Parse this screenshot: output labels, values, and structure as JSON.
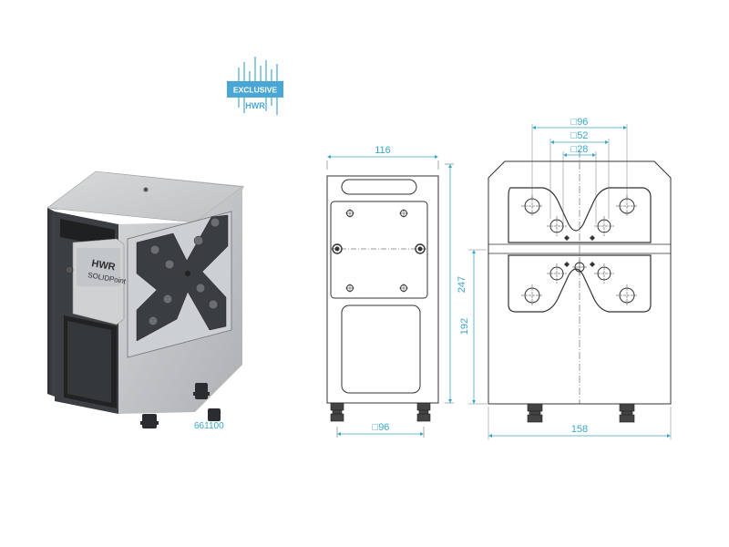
{
  "badge": {
    "line1": "EXCLUSIVE",
    "line2": "HWR",
    "color": "#4aa6d3"
  },
  "product": {
    "brand": "HWR",
    "series": "SOLIDPoint",
    "part_number": "661100"
  },
  "dimensions": {
    "front_width": "116",
    "front_height": "247",
    "front_base": "□96",
    "side_top_outer": "□96",
    "side_top_mid": "□52",
    "side_top_inner": "□28",
    "side_height": "192",
    "side_width": "158"
  },
  "colors": {
    "dimension": "#3aa6c9",
    "line": "#333333",
    "body_light": "#c9cbcd",
    "body_dark": "#3b3d40"
  }
}
